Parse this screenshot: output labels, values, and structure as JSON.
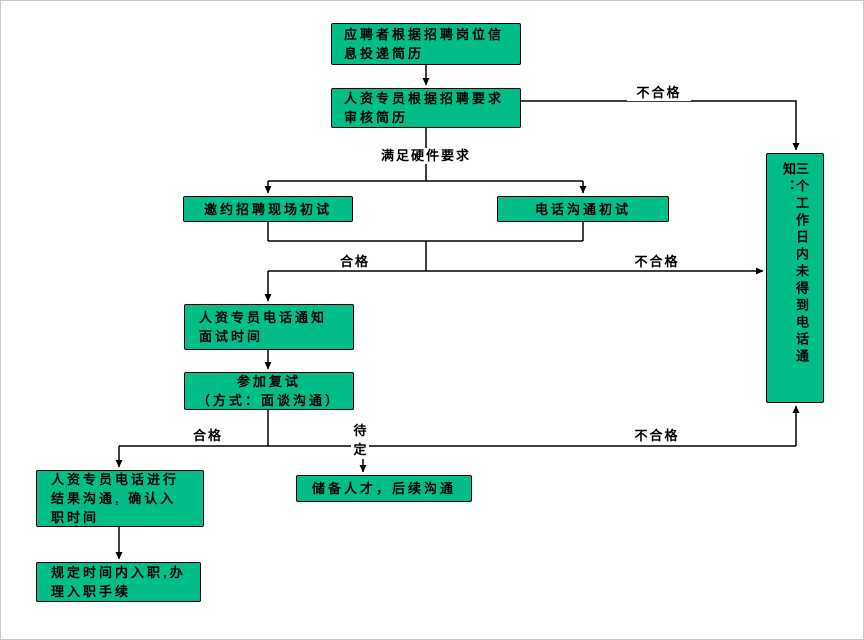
{
  "diagram": {
    "title": "recruitment-process-flowchart",
    "colors": {
      "node_fill": "#00BD8A",
      "node_border": "#000000",
      "text": "#000000"
    },
    "nodes": {
      "apply": {
        "label": "应聘者根据招聘岗位信息投递简历"
      },
      "review": {
        "label": "人资专员根据招聘要求审核简历"
      },
      "onsite": {
        "label": "邀约招聘现场初试"
      },
      "phone": {
        "label": "电话沟通初试"
      },
      "notify": {
        "label": "人资专员电话通知面试时间"
      },
      "retest": {
        "label": "参加复试\n（方式：面谈沟通）"
      },
      "result": {
        "label": "人资专员电话进行结果沟通, 确认入职时间"
      },
      "onboard": {
        "label": "规定时间内入职,办理入职手续"
      },
      "reserve": {
        "label": "储备人才，后续沟通"
      },
      "no_call": {
        "label": "三个工作日内未得到电话通知："
      }
    },
    "edge_labels": {
      "fail_top": "不合格",
      "meets_req": "满足硬件要求",
      "pass_mid": "合格",
      "fail_mid": "不合格",
      "pass_bottom": "合格",
      "pending": "待定",
      "fail_bottom": "不合格"
    }
  }
}
